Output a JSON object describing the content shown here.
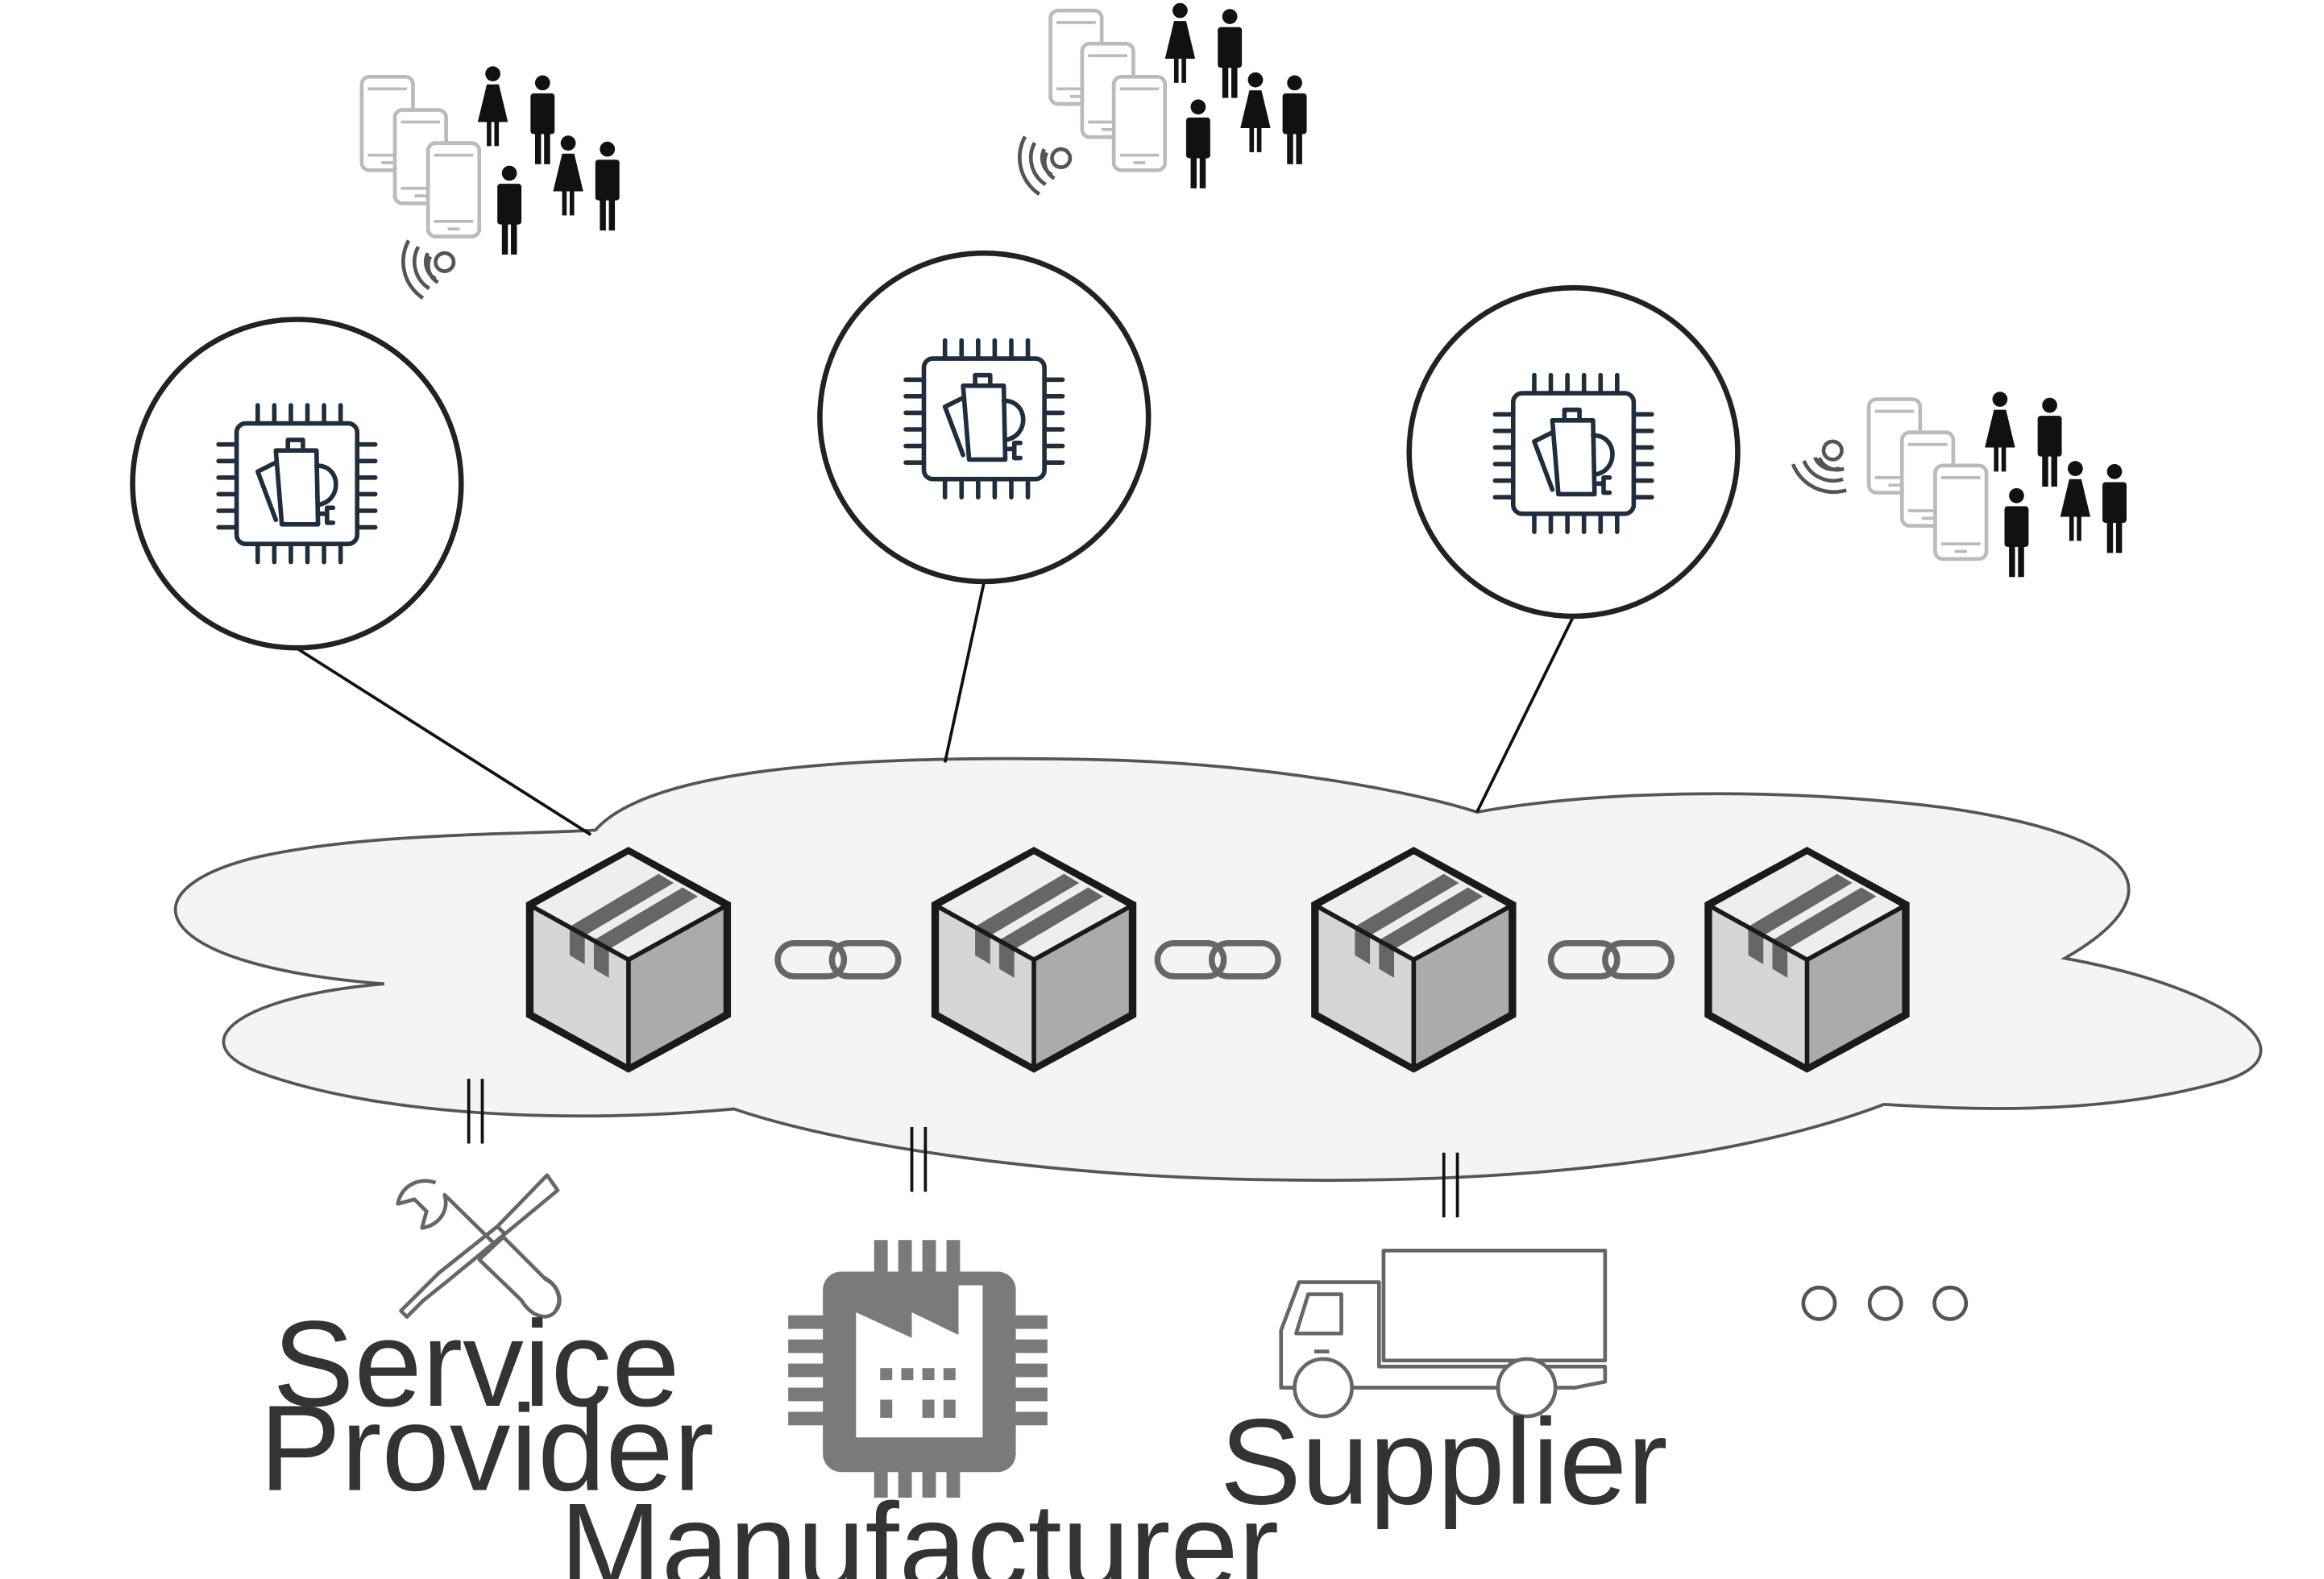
{
  "labels": {
    "service_provider_line1": "Service",
    "service_provider_line2": "Provider",
    "manufacturer": "Manufacturer",
    "supplier": "Supplier"
  },
  "icons": {
    "iot_device": "kettle-chip-icon",
    "phones": "smartphone-icon",
    "people": "person-icon",
    "wireless": "wireless-signal-icon",
    "block": "box-icon",
    "link": "chain-link-icon",
    "tools": "wrench-screwdriver-icon",
    "factory": "factory-chip-icon",
    "truck": "truck-icon",
    "more": "ellipsis-icon"
  },
  "colors": {
    "cloud_fill": "#f4f4f4",
    "cloud_stroke": "#555555",
    "chip_stroke": "#1f2d3d",
    "factory_fill": "#7a7a7a",
    "box_dark": "#666666",
    "box_light": "#dcdcdc",
    "box_mid": "#b0b0b0",
    "phone_stroke": "#bbbbbb",
    "label": "#333333"
  }
}
